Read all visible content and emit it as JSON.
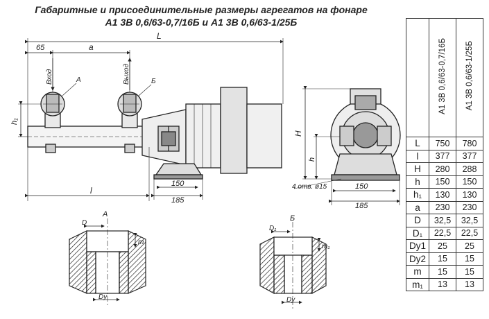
{
  "title": {
    "line1": "Габаритные и присоединительные размеры агрегатов на фонаре",
    "line2": "А1 3В 0,6/63-0,7/16Б и А1 3В 0,6/63-1/25Б"
  },
  "drawing_labels": {
    "dim_65": "65",
    "dim_a": "a",
    "dim_L": "L",
    "dim_l": "l",
    "dim_h1": "h₁",
    "dim_H": "H",
    "dim_h": "h",
    "inlet": "Вход",
    "outlet": "Выход",
    "callout_A": "А",
    "callout_B": "Б",
    "dim_150_front": "150",
    "dim_185_front": "185",
    "dim_150_side": "150",
    "dim_185_side": "185",
    "holes_note": "4 отв. ø15",
    "section_A": "А",
    "section_B": "Б",
    "dim_D": "D",
    "dim_m": "m",
    "dim_Dy1": "Dу",
    "dim_D1": "D₁",
    "dim_m1": "m₁",
    "dim_Dy2": "Dу"
  },
  "table": {
    "models": [
      "А1 3В 0,6/63-0,7/16Б",
      "А1 3В 0,6/63-1/25Б"
    ],
    "rows": [
      {
        "param": "L",
        "v1": "750",
        "v2": "780"
      },
      {
        "param": "l",
        "v1": "377",
        "v2": "377"
      },
      {
        "param": "H",
        "v1": "280",
        "v2": "288"
      },
      {
        "param": "h",
        "v1": "150",
        "v2": "150"
      },
      {
        "param": "h₁",
        "v1": "130",
        "v2": "130"
      },
      {
        "param": "a",
        "v1": "230",
        "v2": "230"
      },
      {
        "param": "D",
        "v1": "32,5",
        "v2": "32,5"
      },
      {
        "param": "D₁",
        "v1": "22,5",
        "v2": "22,5"
      },
      {
        "param": "Dу1",
        "v1": "25",
        "v2": "25"
      },
      {
        "param": "Dу2",
        "v1": "15",
        "v2": "15"
      },
      {
        "param": "m",
        "v1": "15",
        "v2": "15"
      },
      {
        "param": "m₁",
        "v1": "13",
        "v2": "13"
      }
    ]
  }
}
